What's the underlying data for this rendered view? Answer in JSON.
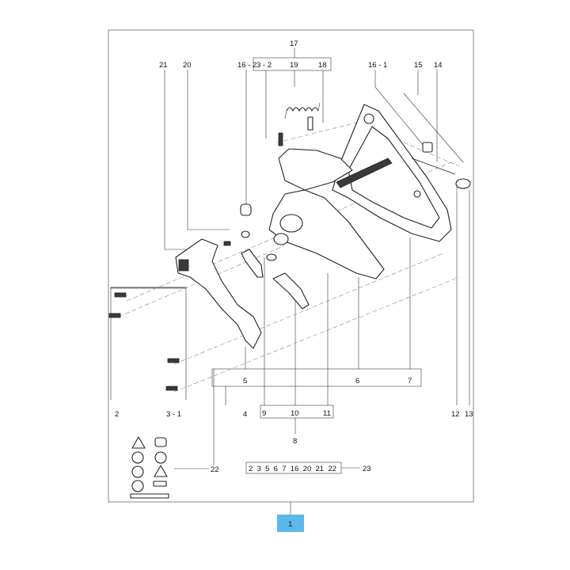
{
  "callouts": {
    "c17": "17",
    "c21": "21",
    "c20": "20",
    "c16_2": "16 - 2",
    "c3_2": "3 - 2",
    "c19": "19",
    "c18": "18",
    "c16_1": "16 - 1",
    "c15": "15",
    "c14": "14",
    "c5": "5",
    "c6": "6",
    "c7": "7",
    "c2": "2",
    "c3_1": "3 - 1",
    "c4": "4",
    "c9": "9",
    "c10": "10",
    "c11": "11",
    "c12": "12",
    "c13": "13",
    "c8": "8",
    "c22": "22",
    "c23": "23",
    "c1": "1"
  },
  "kit_list": "2  3  5  6  7  16  20  21  22",
  "highlight_color": "#5bb8ea",
  "line_color": "#222222"
}
